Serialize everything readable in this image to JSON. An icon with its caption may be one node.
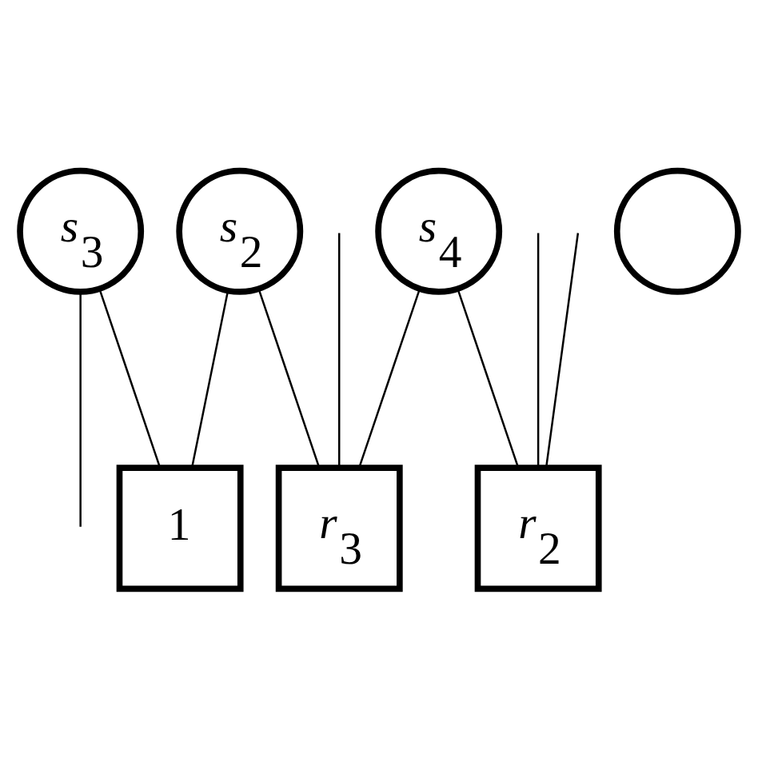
{
  "diagram": {
    "nodes": [
      {
        "text": [
          "*s*$_{2}$"
        ]
      },
      {
        "text": [
          "*s*$_{3}$"
        ]
      },
      {
        "text": [
          "*s*$_{4}$"
        ]
      },
      {
        "text": [],
        "shape": "circle"
      },
      {
        "text": [
          "1"
        ]
      },
      {
        "text": [
          "*r*$_{2}$"
        ]
      },
      {
        "text": [
          "*r*$_{3}$"
        ]
      }
    ],
    "edges": [
      {
        "from": null,
        "to": 5,
        "arrow": "none"
      },
      {
        "from": 0,
        "to": 4,
        "arrow": "none"
      },
      {
        "from": 0,
        "to": 6,
        "arrow": "none"
      },
      {
        "from": 1,
        "to": 4,
        "arrow": "none"
      },
      {
        "from": 1,
        "to": null,
        "arrow": "none"
      },
      {
        "from": 2,
        "to": 5,
        "arrow": "none"
      },
      {
        "from": 2,
        "to": 6,
        "arrow": "none"
      },
      {
        "from": null,
        "to": 5,
        "arrow": "none"
      },
      {
        "from": null,
        "to": 6,
        "arrow": "none"
      }
    ]
  }
}
